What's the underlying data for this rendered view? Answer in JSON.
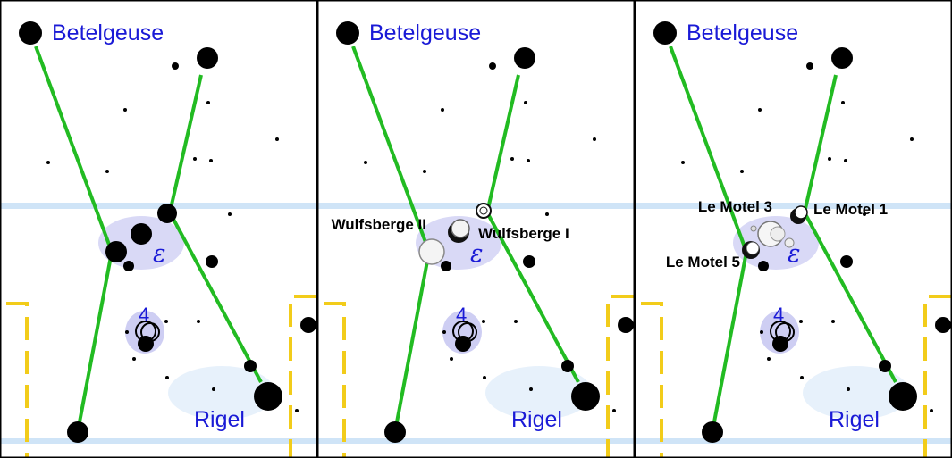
{
  "colors": {
    "line": "#22bb22",
    "label": "#1a1ad6",
    "boundary": "#f2cc1a",
    "band": "#cfe4f7",
    "nebula": "#b9b9ee",
    "star": "#000000"
  },
  "labels": {
    "betelgeuse": "Betelgeuse",
    "rigel": "Rigel",
    "epsilon": "ε",
    "four": "4"
  },
  "panels": [
    {
      "positions": []
    },
    {
      "positions": [
        {
          "name": "Wulfsberge II",
          "anchor": "end"
        },
        {
          "name": "Wulfsberge I",
          "anchor": "start"
        }
      ]
    },
    {
      "positions": [
        {
          "name": "Le Motel 3",
          "anchor": "end"
        },
        {
          "name": "Le Motel 1",
          "anchor": "start"
        },
        {
          "name": "Le Motel 5",
          "anchor": "end"
        }
      ]
    }
  ]
}
